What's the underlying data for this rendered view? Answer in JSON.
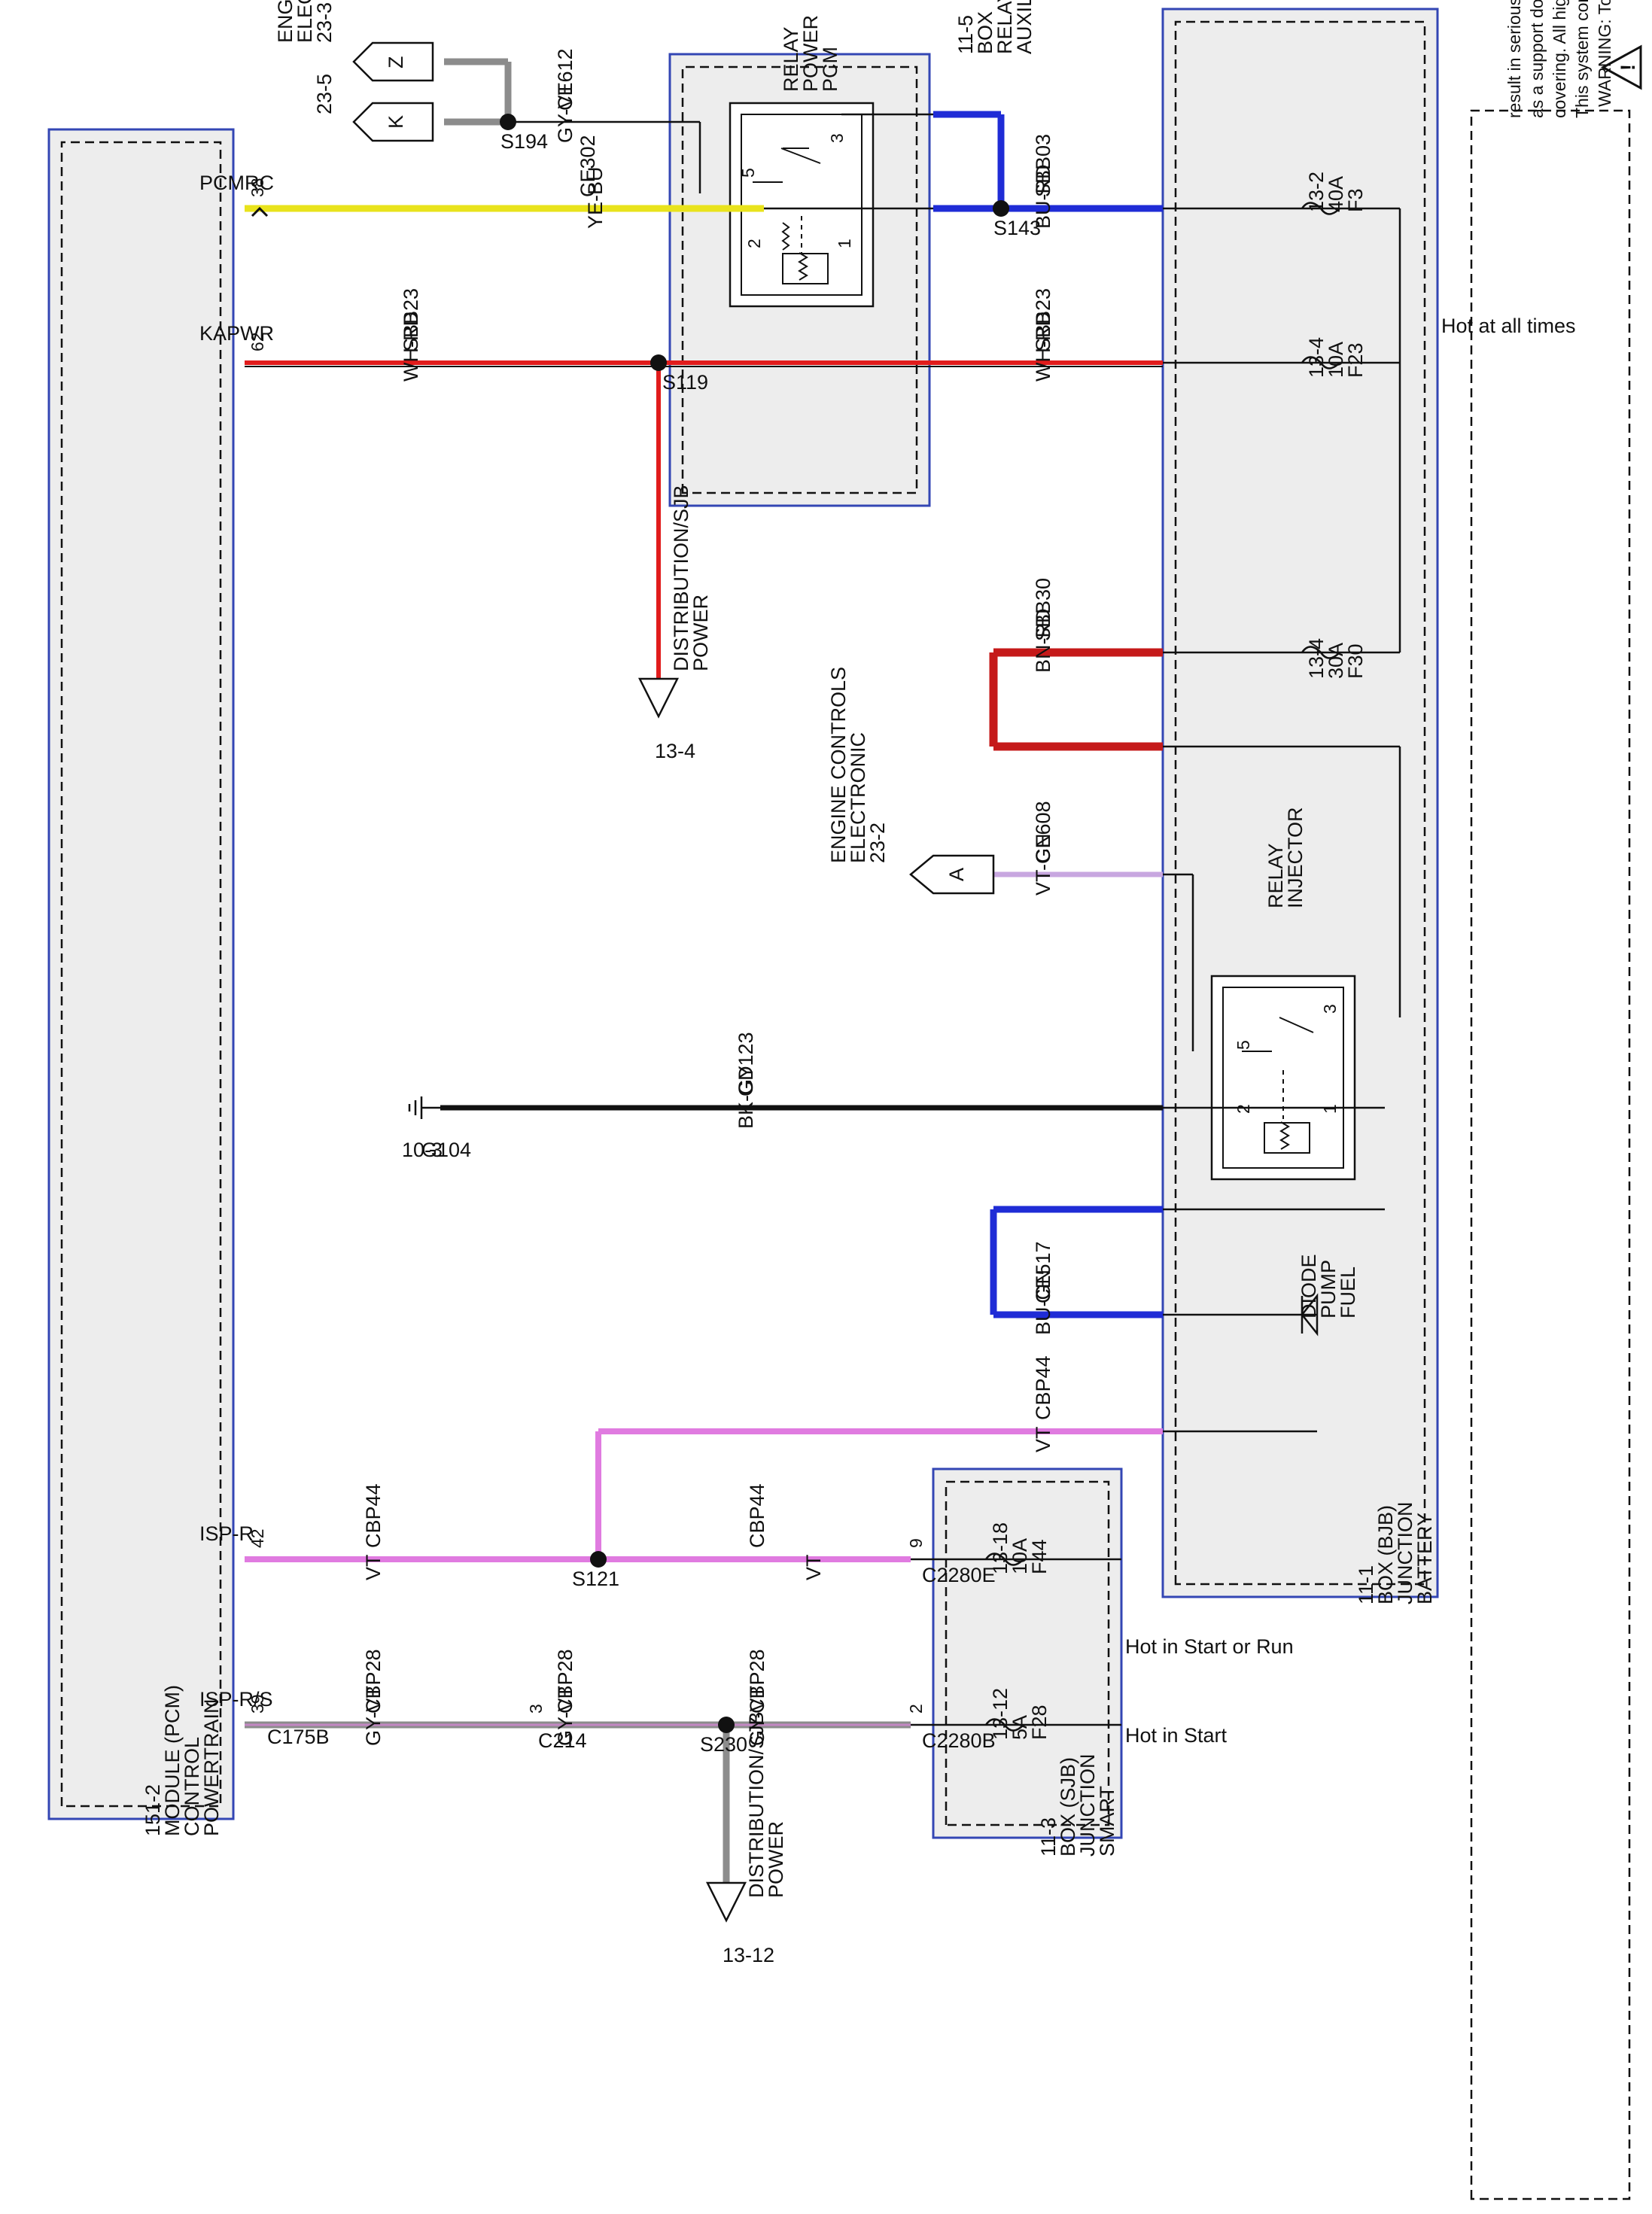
{
  "warning": {
    "lines": [
      "WARNING: To prevent the risk of high-voltage shock, always follow precisely all warnings and service instructions, including instructions to depower the system.",
      "This system contains high voltage wiring and components. High-voltage cables and wiring are identified on the vehicle by orange harness tape or orange wire",
      "covering. All high voltage components are marked on the vehicle with high voltage warning labels with a high voltage symbol. This wiring diagram is intended",
      "as a support document to the appropriate information and Computers and Control Systems Information. Failure to follow the instructions may",
      "result in serious personal injury or death."
    ]
  },
  "modules": {
    "pcm": {
      "lines": [
        "POWERTRAIN",
        "CONTROL",
        "MODULE (PCM)",
        "151-2"
      ]
    },
    "aux_relay_box": {
      "lines": [
        "AUXILIARY",
        "RELAY",
        "BOX",
        "11-5"
      ]
    },
    "pcm_power_relay": {
      "lines": [
        "PCM",
        "POWER",
        "RELAY"
      ]
    },
    "bjb": {
      "lines": [
        "BATTERY",
        "JUNCTION",
        "BOX (BJB)",
        "11-1"
      ],
      "hot": "Hot at all times"
    },
    "sjb": {
      "lines": [
        "SMART",
        "JUNCTION",
        "BOX (SJB)",
        "11-3"
      ],
      "hot_run": "Hot in Start or Run",
      "hot_start": "Hot in Start"
    },
    "injector_relay": {
      "lines": [
        "INJECTOR",
        "RELAY"
      ]
    },
    "fuel_pump_diode": {
      "lines": [
        "FUEL",
        "PUMP",
        "DIODE"
      ]
    }
  },
  "pcm_pins": [
    {
      "num": "38",
      "name": "PCMRC"
    },
    {
      "num": "62",
      "name": "KAPWR"
    },
    {
      "num": "42",
      "name": "ISP-R"
    },
    {
      "num": "39",
      "name": "ISP-R/S"
    }
  ],
  "fuses": [
    {
      "lines": [
        "F3",
        "40A",
        "13-2"
      ]
    },
    {
      "lines": [
        "F23",
        "10A",
        "13-4"
      ]
    },
    {
      "lines": [
        "F30",
        "30A",
        "13-4"
      ]
    },
    {
      "lines": [
        "F44",
        "10A",
        "13-18"
      ]
    },
    {
      "lines": [
        "F28",
        "5A",
        "13-12"
      ]
    }
  ],
  "wires": {
    "ce612": {
      "circuit": "CE612",
      "color": "GY-VT"
    },
    "ce302": {
      "circuit": "CE302",
      "color": "YE-BU"
    },
    "sbb03": {
      "circuit": "SBB03",
      "color": "BU-RD"
    },
    "sbb23_left": {
      "circuit": "SBB23",
      "color": "WH-RD"
    },
    "sbb23_right": {
      "circuit": "SBB23",
      "color": "WH-RD"
    },
    "sbb30": {
      "circuit": "SBB30",
      "color": "BN-RD"
    },
    "ce608": {
      "circuit": "CE608",
      "color": "VT-GN"
    },
    "gd123": {
      "circuit": "GD123",
      "color": "BK-GY"
    },
    "ce517": {
      "circuit": "CE517",
      "color": "BU-GN"
    },
    "cbp44_top": {
      "circuit": "CBP44",
      "color": "VT"
    },
    "cbp44_left": {
      "circuit": "CBP44",
      "color": "VT"
    },
    "cbp44_right": {
      "circuit": "CBP44",
      "color": "VT"
    },
    "cbp28_left": {
      "circuit": "CBP28",
      "color": "GY-VT"
    },
    "cbp28_mid": {
      "circuit": "CBP28",
      "color": "GY-VT"
    },
    "cbp28_right": {
      "circuit": "CBP28",
      "color": "GY-VT"
    }
  },
  "splices": [
    "S194",
    "S143",
    "S119",
    "S121",
    "S230"
  ],
  "connectors": {
    "c2280e": {
      "pin": "9",
      "name": "C2280E"
    },
    "c2280b": {
      "pin": "2",
      "name": "C2280B"
    },
    "c214": {
      "pin": "3",
      "name": "C214"
    },
    "c175b": {
      "name": "C175B"
    }
  },
  "ground": {
    "lines": [
      "G104",
      "10-3"
    ]
  },
  "offpage": {
    "z": {
      "letter": "Z",
      "ref": "23-3"
    },
    "k": {
      "letter": "K",
      "ref": "23-5"
    },
    "ec_top": "ELECTRONIC",
    "ec_top2": "ENGINE CONTROLS",
    "a": {
      "letter": "A",
      "lines": [
        "23-2",
        "ELECTRONIC",
        "ENGINE CONTROLS"
      ]
    },
    "pd1": {
      "lines": [
        "POWER",
        "DISTRIBUTION/SJB"
      ],
      "ref": "13-4"
    },
    "pd2": {
      "lines": [
        "POWER",
        "DISTRIBUTION/SJB"
      ],
      "ref": "13-12"
    }
  },
  "relay_pins": [
    "1",
    "2",
    "3",
    "5"
  ],
  "colors": {
    "module_border": "#3346b4",
    "module_fill": "#ededed",
    "yellow": "#e9e31c",
    "blue": "#1f2cd6",
    "red": "#e11c1c",
    "brown_red": "#c51a1a",
    "violet": "#e07be0",
    "gray": "#8c8c8c",
    "green": "#1d8a3a",
    "purple": "#8e3ea6"
  }
}
